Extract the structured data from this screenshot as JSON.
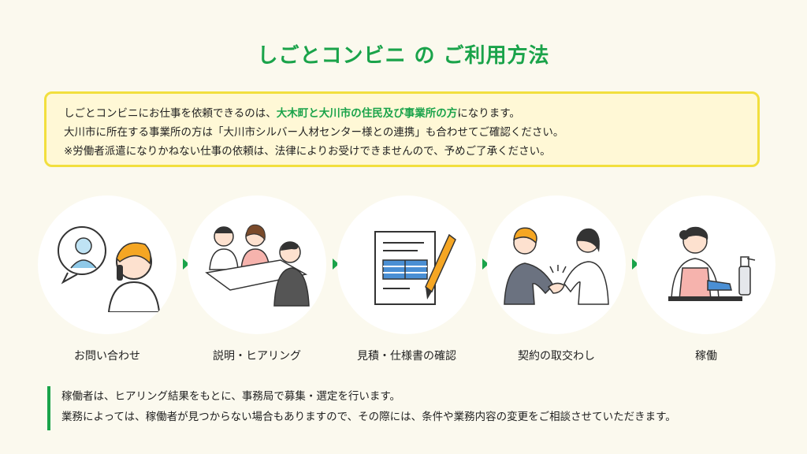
{
  "title": "しごとコンビニ の ご利用方法",
  "notice": {
    "line1_pre": "しごとコンビニにお仕事を依頼できるのは、",
    "line1_highlight": "大木町と大川市の住民及び事業所の方",
    "line1_post": "になります。",
    "line2": "大川市に所在する事業所の方は「大川市シルバー人材センター様との連携」も合わせてご確認ください。",
    "line3": "※労働者派遣になりかねない仕事の依頼は、法律によりお受けできませんので、予めご了承ください。"
  },
  "steps": [
    {
      "label": "お問い合わせ",
      "icon": "phone-inquiry-icon"
    },
    {
      "label": "説明・ヒアリング",
      "icon": "meeting-icon"
    },
    {
      "label": "見積・仕様書の確認",
      "icon": "document-pen-icon"
    },
    {
      "label": "契約の取交わし",
      "icon": "handshake-icon"
    },
    {
      "label": "稼働",
      "icon": "cleaning-worker-icon"
    }
  ],
  "footer": {
    "line1": "稼働者は、ヒアリング結果をもとに、事務局で募集・選定を行います。",
    "line2": "業務によっては、稼働者が見つからない場合もありますので、その際には、条件や業務内容の変更をご相談させていただきます。"
  },
  "colors": {
    "accent": "#1aa34a",
    "notice_border": "#f2df3e",
    "background": "#fbf9ee"
  }
}
